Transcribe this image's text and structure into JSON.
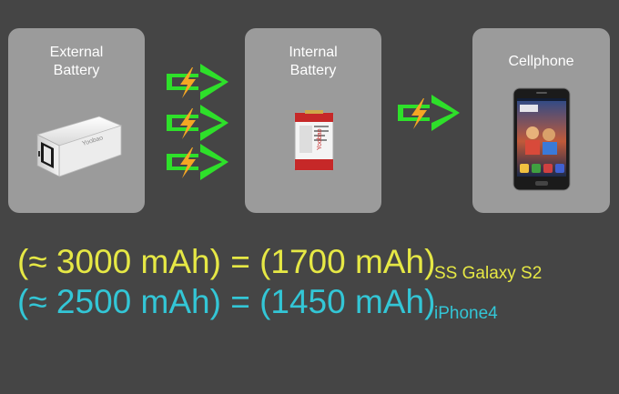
{
  "colors": {
    "background": "#454545",
    "box": "#9b9b9b",
    "arrow_green": "#2ee02a",
    "bolt_orange": "#f5a623",
    "galaxy_yellow": "#e6e845",
    "iphone_cyan": "#33c6d6"
  },
  "nodes": {
    "external": {
      "label": "External\nBattery",
      "icon": "power-bank-icon"
    },
    "internal": {
      "label": "Internal\nBattery",
      "icon": "battery-pack-icon",
      "brand": "Yoobao"
    },
    "cellphone": {
      "label": "Cellphone",
      "icon": "smartphone-icon"
    }
  },
  "power_bank": {
    "brand": "Yoobao"
  },
  "equations": [
    {
      "left": "(≈ 3000 mAh)",
      "op": "=",
      "right": "(1700 mAh)",
      "device": "SS Galaxy S2"
    },
    {
      "left": "(≈ 2500 mAh)",
      "op": "=",
      "right": "(1450 mAh)",
      "device": "iPhone4"
    }
  ]
}
